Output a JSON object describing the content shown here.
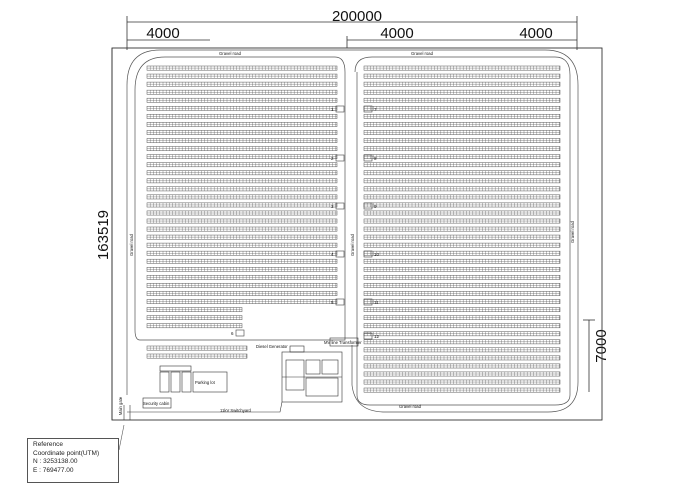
{
  "dimensions": {
    "total_width": "200000",
    "block_left": "4000",
    "block_mid": "4000",
    "block_right": "4000",
    "total_height": "163519",
    "lower_height": "7000"
  },
  "labels": {
    "gravel_road": "Gravel road",
    "main_gate": "Main gate",
    "security_cabin": "Security cabin",
    "parking_lot": "Parking lot",
    "diesel_generator": "Diesel Generator",
    "mv_transformer": "MV line Transformer",
    "switchyard": "11kV Switchyard"
  },
  "block_numbers_left": [
    "1",
    "2",
    "3",
    "4",
    "5",
    "6"
  ],
  "block_numbers_right": [
    "7",
    "8",
    "9",
    "10",
    "11",
    "12"
  ],
  "reference": {
    "title": "Reference",
    "subtitle": "Coordinate point(UTM)",
    "north": "N : 3253138.00",
    "east": "E : 769477.00"
  },
  "colors": {
    "line": "#333333",
    "panel": "#555555",
    "text": "#111111"
  }
}
